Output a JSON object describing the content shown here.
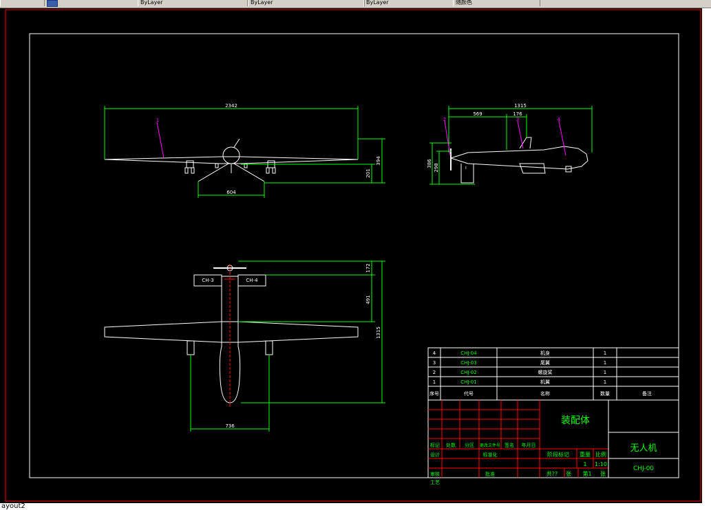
{
  "toolbar": {
    "layer_a": "ByLayer",
    "layer_b": "ByLayer",
    "layer_c": "ByLayer",
    "color": "随颜色"
  },
  "status": {
    "layout_tab": "ayout2"
  },
  "colors": {
    "background": "#000000",
    "border": "#ffffff",
    "viewport": "#ff0000",
    "dimension": "#00ff00",
    "leader": "#ff00ff",
    "title_grid": "#ff0000",
    "text_green": "#00ff00"
  },
  "drawing": {
    "front_view": {
      "dims": {
        "span": "2342",
        "height_total": "394",
        "height_part": "201",
        "gear_track": "604"
      },
      "leader": "1"
    },
    "side_view": {
      "dims": {
        "length": "1315",
        "seg_a": "569",
        "seg_b": "176",
        "height_total": "386",
        "height_part": "298"
      },
      "leaders": [
        "2",
        "3",
        "4"
      ]
    },
    "top_view": {
      "dims": {
        "tail_offset": "172",
        "wing_offset": "491",
        "length": "1315",
        "gear_track": "736"
      },
      "tail_labels": [
        "CH-3",
        "CH-4"
      ]
    }
  },
  "bom": {
    "headers": {
      "no": "序号",
      "code": "代号",
      "name": "名称",
      "qty": "数量",
      "note": "备注"
    },
    "rows": [
      {
        "no": "4",
        "code": "CHJ-04",
        "name": "机身",
        "qty": "1"
      },
      {
        "no": "3",
        "code": "CHJ-03",
        "name": "尾翼",
        "qty": "1"
      },
      {
        "no": "2",
        "code": "CHJ-02",
        "name": "螺旋桨",
        "qty": "1"
      },
      {
        "no": "1",
        "code": "CHJ-01",
        "name": "机翼",
        "qty": "1"
      }
    ]
  },
  "title_block": {
    "assembly": "装配体",
    "product": "无人机",
    "drawing_no": "CHJ-00",
    "stage_mark": "阶段标记",
    "weight": "重量",
    "scale": "比例",
    "qty": "1",
    "scale_val": "1:10",
    "sheets_total": "共??",
    "sheet_label": "张",
    "sheet_no": "第1",
    "sheet_label2": "张",
    "rev_headers": [
      "标记",
      "处数",
      "分区",
      "更改文件号",
      "签名",
      "年月日"
    ],
    "sign_rows": [
      "设计",
      "标准化",
      "审核",
      "工艺",
      "批准"
    ]
  }
}
